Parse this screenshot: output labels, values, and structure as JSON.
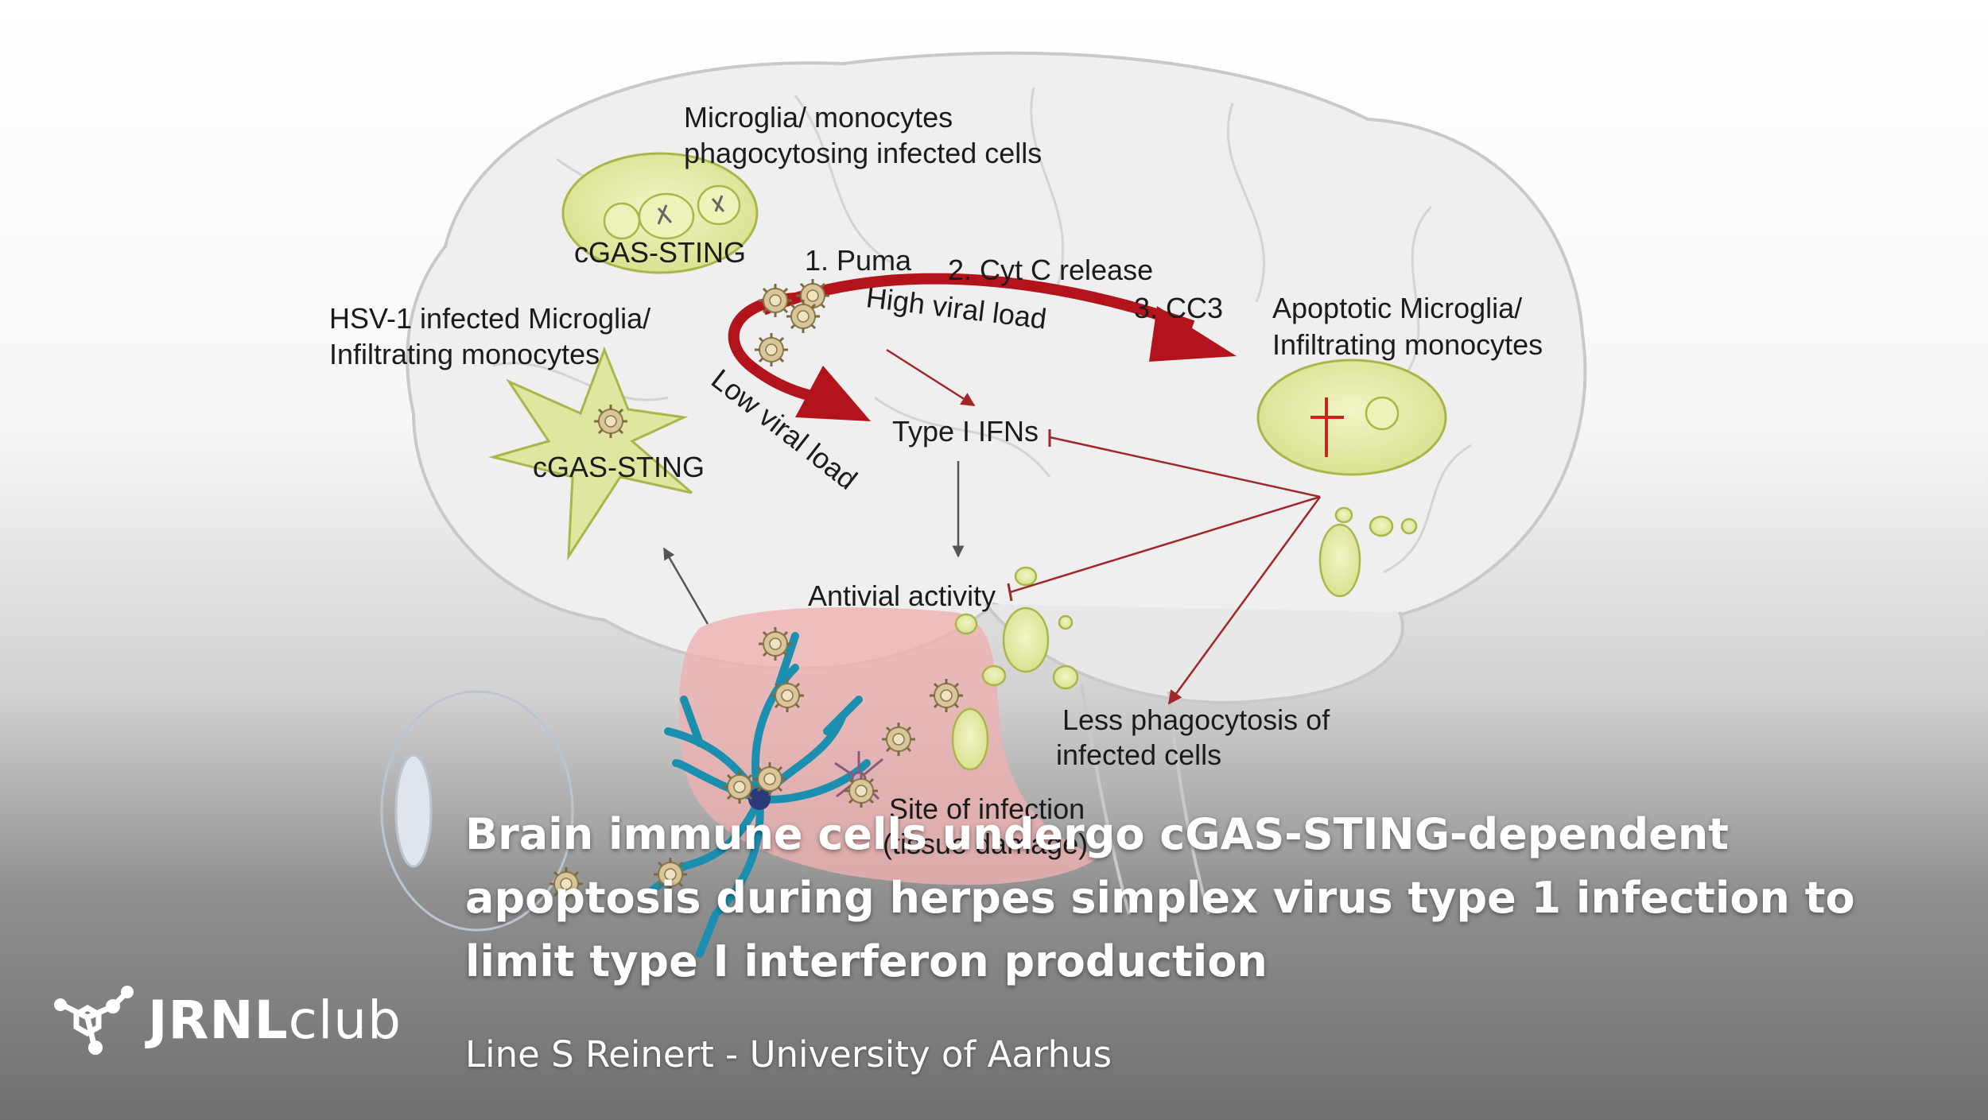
{
  "labels": {
    "microglia_phago_line1": "Microglia/ monocytes",
    "microglia_phago_line2": "phagocytosing infected cells",
    "cgas_sting_top": "cGAS-STING",
    "puma": "1. Puma",
    "cytc": "2. Cyt C release",
    "cc3": "3. CC3",
    "high_viral_load": "High viral load",
    "low_viral_load": "Low viral load",
    "hsv1_line1": "HSV-1 infected Microglia/",
    "hsv1_line2": "Infiltrating monocytes",
    "cgas_sting_left": "cGAS-STING",
    "type1_ifns": "Type I IFNs",
    "apoptotic_line1": "Apoptotic Microglia/",
    "apoptotic_line2": "Infiltrating monocytes",
    "antiviral": "Antivial activity",
    "less_phago_line1": "Less phagocytosis of",
    "less_phago_line2": "infected cells",
    "site_line1": "Site of infection",
    "site_line2": "(tissue damage)"
  },
  "caption": {
    "title": "Brain immune cells undergo cGAS-STING-dependent apoptosis during herpes simplex virus type 1 infection to limit type I interferon production",
    "author": "Line S Reinert - University of Aarhus"
  },
  "brand": {
    "name_bold": "JRNL",
    "name_light": "club",
    "icon": "molecule-logo-icon"
  },
  "colors": {
    "arrow_red": "#b3141b",
    "cell_green": "#dfe6a0",
    "cell_outline": "#a9b64a",
    "neuron_blue": "#1b8fb0",
    "infection_site": "#eeb1b1",
    "caption_text": "#ffffff"
  }
}
